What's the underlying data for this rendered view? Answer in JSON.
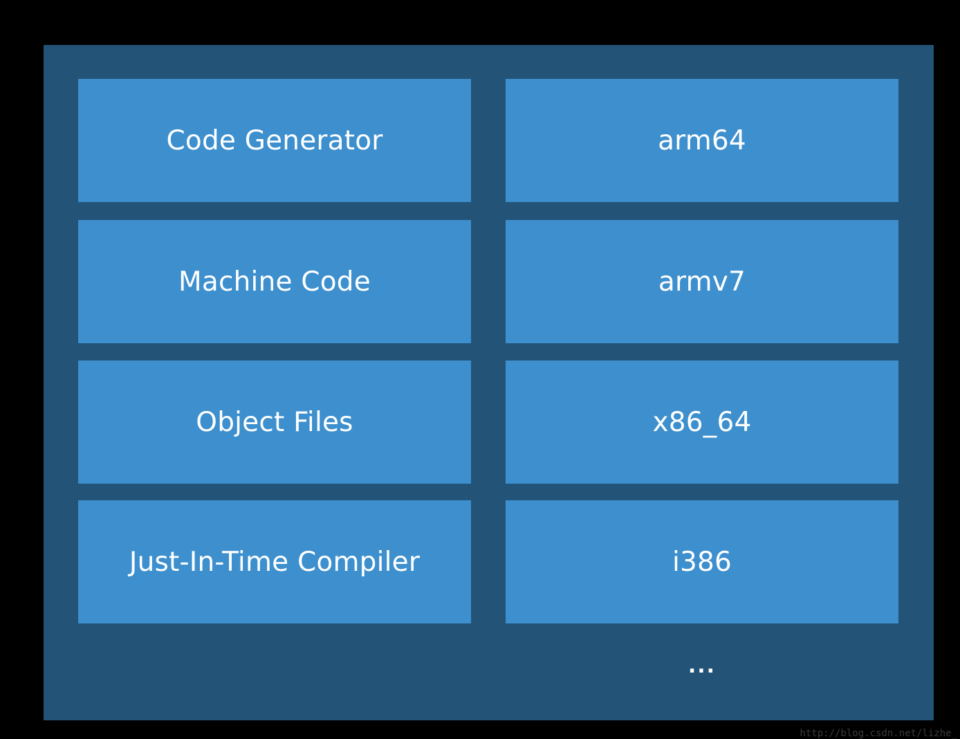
{
  "colors": {
    "background": "#000000",
    "panel": "#235478",
    "box": "#3d8fce",
    "text": "#ffffff"
  },
  "left_column": [
    {
      "label": "Code Generator"
    },
    {
      "label": "Machine Code"
    },
    {
      "label": "Object Files"
    },
    {
      "label": "Just-In-Time Compiler"
    }
  ],
  "right_column": [
    {
      "label": "arm64"
    },
    {
      "label": "armv7"
    },
    {
      "label": "x86_64"
    },
    {
      "label": "i386"
    }
  ],
  "more_indicator": "...",
  "watermark": "http://blog.csdn.net/lizhe_"
}
